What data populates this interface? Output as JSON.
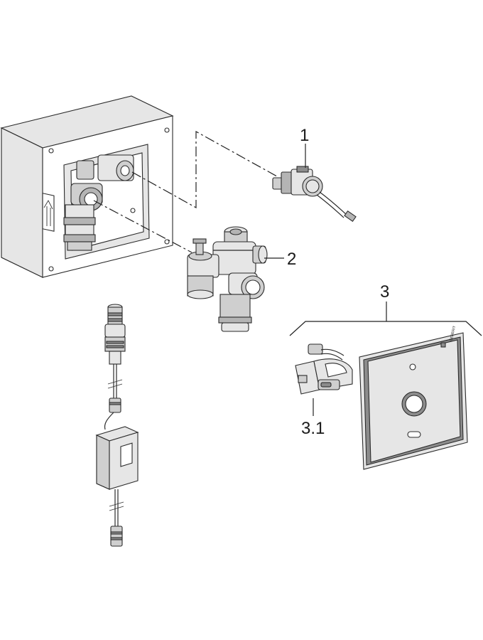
{
  "callouts": {
    "part_1": "1",
    "part_2": "2",
    "part_3": "3",
    "part_3_1": "3.1"
  },
  "logo_text": "GEBERIT",
  "colors": {
    "line": "#2b2b2b",
    "fill_light": "#e6e6e6",
    "fill_mid": "#cfcfcf",
    "fill_dark": "#8c8c8c",
    "background": "#ffffff"
  },
  "icons": {
    "box_arrow": "up-arrow-icon"
  }
}
